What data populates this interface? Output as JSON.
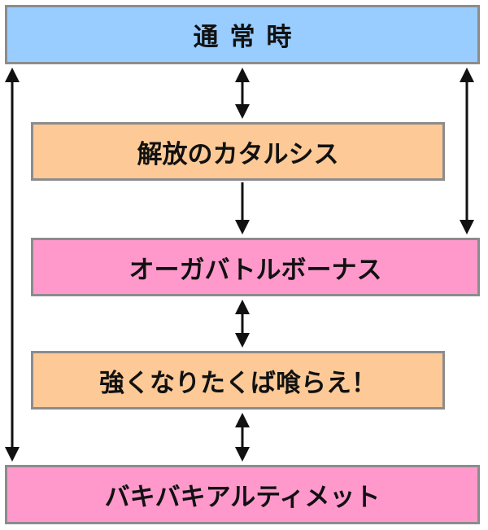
{
  "nodes": {
    "normal": {
      "label": "通常時",
      "color": "#99ccff"
    },
    "catharsis": {
      "label": "解放のカタルシス",
      "color": "#fcc997"
    },
    "ogre_battle": {
      "label": "オーガバトルボーナス",
      "color": "#ff99cc"
    },
    "tsuyoku": {
      "label": "強くなりたくば喰らえ！",
      "color": "#fcc997"
    },
    "ultimate": {
      "label": "バキバキアルティメット",
      "color": "#ff99cc"
    }
  },
  "edges": [
    {
      "from": "normal",
      "to": "ultimate",
      "direction": "both"
    },
    {
      "from": "normal",
      "to": "catharsis",
      "direction": "both"
    },
    {
      "from": "normal",
      "to": "ogre_battle",
      "direction": "both"
    },
    {
      "from": "catharsis",
      "to": "ogre_battle",
      "direction": "forward"
    },
    {
      "from": "ogre_battle",
      "to": "tsuyoku",
      "direction": "both"
    },
    {
      "from": "tsuyoku",
      "to": "ultimate",
      "direction": "both"
    }
  ],
  "colors": {
    "border": "#8c8c8c",
    "arrow": "#111111"
  }
}
